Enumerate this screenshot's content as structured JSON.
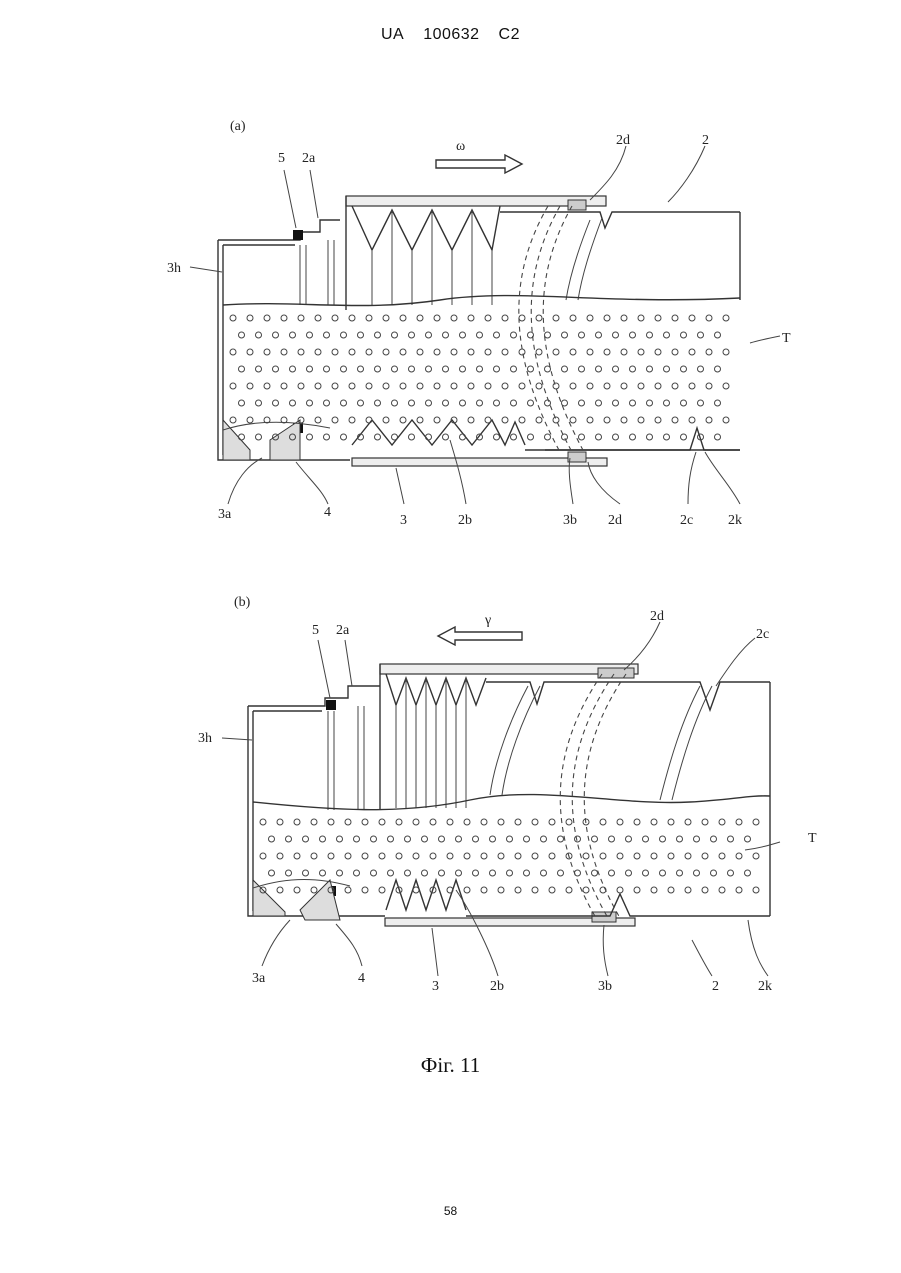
{
  "header": {
    "country": "UA",
    "number": "100632",
    "kind": "C2"
  },
  "figures": {
    "a": {
      "panel_label": "(a)",
      "arrow_label": "ω",
      "labels": {
        "5": "5",
        "2a": "2a",
        "2d_top": "2d",
        "2": "2",
        "3h": "3h",
        "T": "T",
        "3a": "3a",
        "4": "4",
        "3": "3",
        "2b": "2b",
        "3b": "3b",
        "2d_bottom": "2d",
        "2c": "2c",
        "2k": "2k"
      }
    },
    "b": {
      "panel_label": "(b)",
      "arrow_label": "γ",
      "labels": {
        "5": "5",
        "2a": "2a",
        "2d": "2d",
        "2c": "2c",
        "3h": "3h",
        "T": "T",
        "3a": "3a",
        "4": "4",
        "3": "3",
        "2b": "2b",
        "3b": "3b",
        "2": "2",
        "2k": "2k"
      }
    }
  },
  "caption": "Фіг. 11",
  "page_number": "58"
}
